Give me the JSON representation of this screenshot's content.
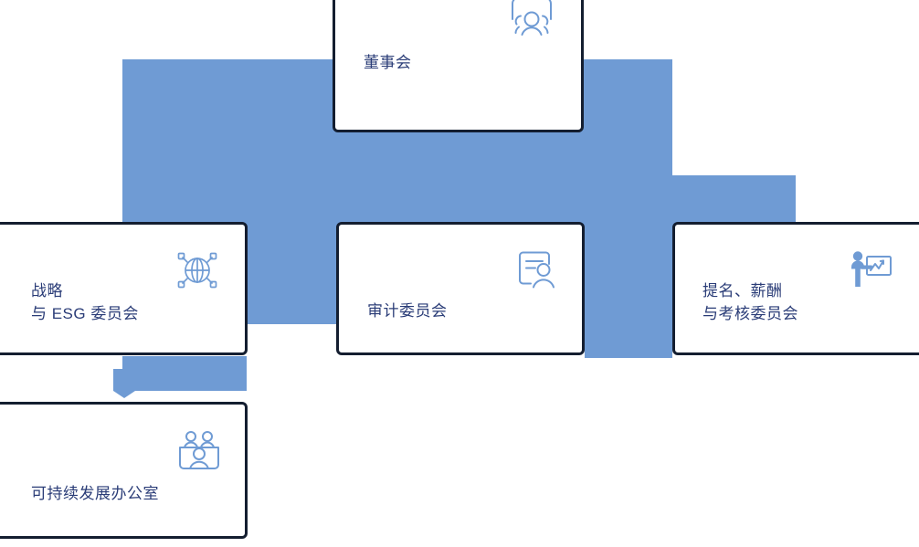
{
  "diagram": {
    "type": "org-chart",
    "title": "",
    "colors": {
      "connector_blue": "#6f9bd4",
      "card_border": "#141e30",
      "card_background": "#ffffff",
      "label_text": "#2a3c77",
      "icon_stroke": "#6f9bd4"
    },
    "nodes": [
      {
        "id": "board",
        "label": "董事会",
        "icon": "group-of-people-icon",
        "level": 0
      },
      {
        "id": "strategy",
        "label": "战略\n与 ESG 委员会",
        "icon": "globe-network-icon",
        "level": 1
      },
      {
        "id": "audit",
        "label": "审计委员会",
        "icon": "document-person-icon",
        "level": 1
      },
      {
        "id": "nomination",
        "label": "提名、薪酬\n与考核委员会",
        "icon": "presenter-chart-icon",
        "level": 1
      },
      {
        "id": "sustain",
        "label": "可持续发展办公室",
        "icon": "team-of-three-icon",
        "level": 2
      }
    ],
    "edges": [
      {
        "from": "board",
        "to": "strategy"
      },
      {
        "from": "board",
        "to": "audit"
      },
      {
        "from": "board",
        "to": "nomination"
      },
      {
        "from": "strategy",
        "to": "sustain",
        "marker": "arrow-down"
      }
    ]
  }
}
